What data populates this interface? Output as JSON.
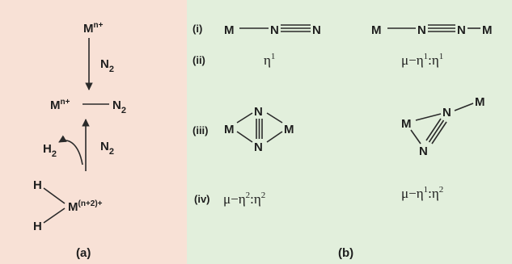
{
  "colors": {
    "panel_a_bg": "#f8e1d6",
    "panel_b_bg": "#e2efdc",
    "ink": "#1e1e1e"
  },
  "panel_a": {
    "caption": "(a)",
    "metal_top_base": "M",
    "metal_top_charge": "n+",
    "arrow1_label_base": "N",
    "arrow1_label_sub": "2",
    "complex_metal_base": "M",
    "complex_metal_charge": "n+",
    "complex_ligand_base": "N",
    "complex_ligand_sub": "2",
    "h2_base": "H",
    "h2_sub": "2",
    "arrow2_label_base": "N",
    "arrow2_label_sub": "2",
    "hydride_h_top": "H",
    "hydride_h_bottom": "H",
    "hydride_metal_base": "M",
    "hydride_metal_charge": "(n+2)+"
  },
  "panel_b": {
    "caption": "(b)",
    "rows": {
      "i": "(i)",
      "ii": "(ii)",
      "iii": "(iii)",
      "iv": "(iv)"
    },
    "end_on_terminal": {
      "metal": "M",
      "n1": "N",
      "n2": "N",
      "notation_base": "η",
      "notation_sup": "1"
    },
    "end_on_bridging": {
      "metal_left": "M",
      "n1": "N",
      "n2": "N",
      "metal_right": "M",
      "notation_prefix": "μ−η",
      "notation_sup1": "1",
      "notation_mid": ":η",
      "notation_sup2": "1"
    },
    "side_on_bridging": {
      "metal_left": "M",
      "n_top": "N",
      "n_bottom": "N",
      "metal_right": "M",
      "notation_prefix": "μ−η",
      "notation_sup1": "2",
      "notation_mid": ":η",
      "notation_sup2": "2"
    },
    "end_side_bridging": {
      "metal_side": "M",
      "n_top": "N",
      "n_bottom": "N",
      "metal_end": "M",
      "notation_prefix": "μ−η",
      "notation_sup1": "1",
      "notation_mid": ":η",
      "notation_sup2": "2"
    }
  }
}
